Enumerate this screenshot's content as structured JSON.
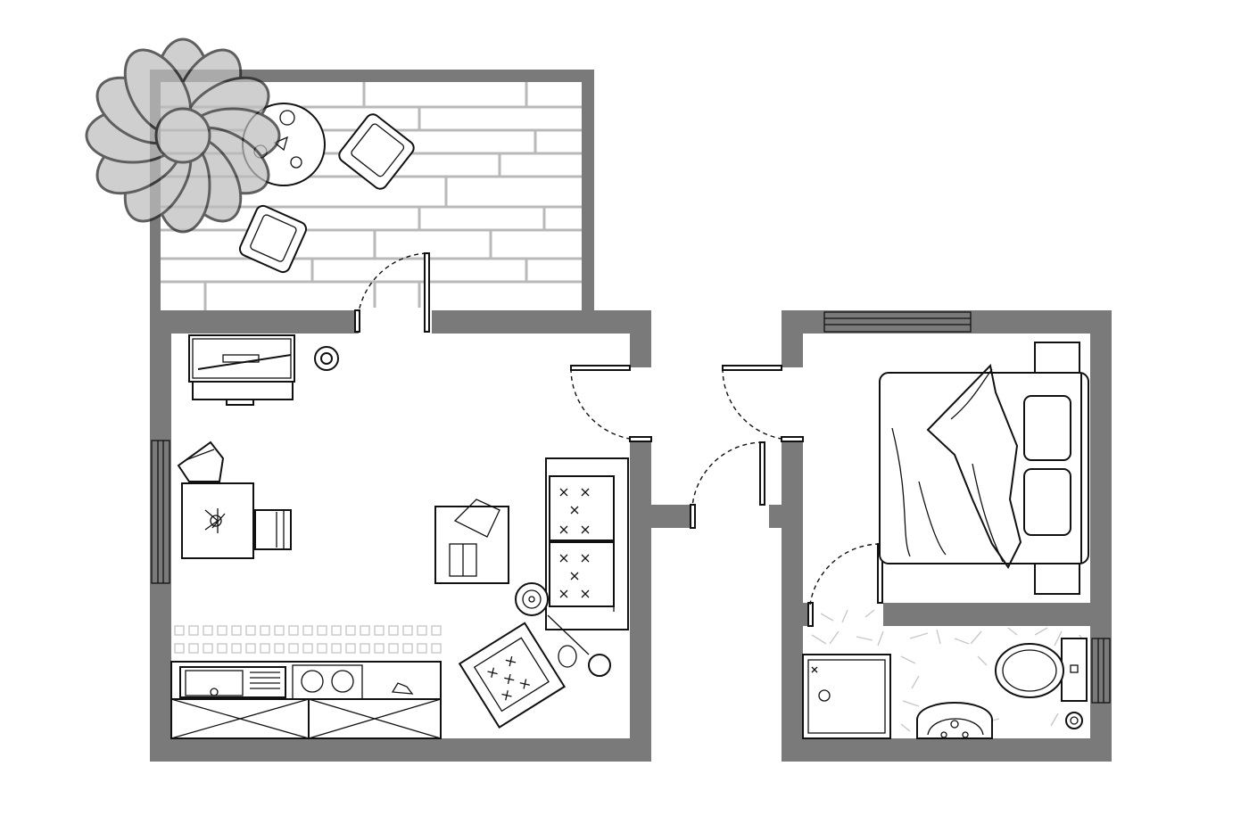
{
  "plan": {
    "kind": "apartment floor plan",
    "colors": {
      "wall": "#7a7a7a",
      "line": "#111111",
      "terrace_paving": "#b9b9b9",
      "tree_canopy": "#bdbdbd",
      "background": "#ffffff"
    },
    "rooms": [
      "terrace",
      "living-kitchen",
      "hallway",
      "bedroom",
      "bathroom"
    ],
    "furniture": [
      "tree",
      "round-side-table",
      "armchair",
      "tv-unit",
      "floor-lamp",
      "dining-table",
      "chair",
      "coffee-table",
      "sofa",
      "kitchen-counter",
      "sink",
      "cooktop",
      "double-bed",
      "nightstand",
      "shower",
      "toilet",
      "washbasin"
    ]
  }
}
